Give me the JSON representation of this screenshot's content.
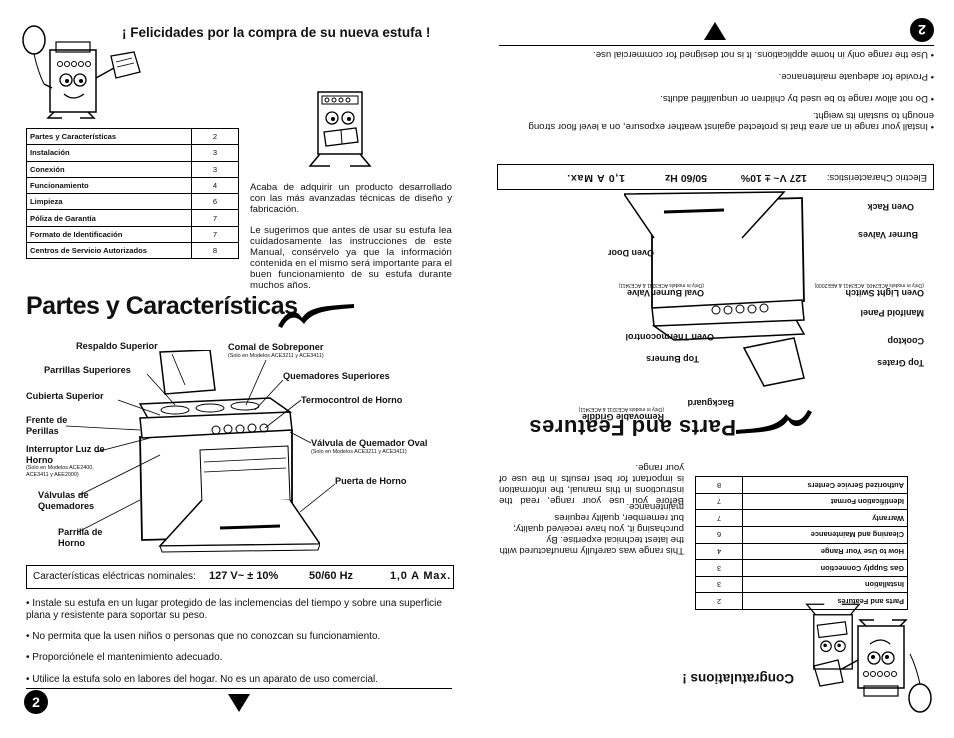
{
  "left": {
    "heading": "¡ Felicidades por la compra de su nueva estufa !",
    "toc": [
      {
        "label": "Partes y Características",
        "page": "2"
      },
      {
        "label": "Instalación",
        "page": "3"
      },
      {
        "label": "Conexión",
        "page": "3"
      },
      {
        "label": "Funcionamiento",
        "page": "4"
      },
      {
        "label": "Limpieza",
        "page": "6"
      },
      {
        "label": "Póliza de Garantía",
        "page": "7"
      },
      {
        "label": "Formato de Identificación",
        "page": "7"
      },
      {
        "label": "Centros de Servicio Autorizados",
        "page": "8"
      }
    ],
    "intro_1": "Acaba de adquirir un producto desarrollado con las más avanzadas técnicas de diseño y fabricación.",
    "intro_2": "Le sugerimos que antes de usar su estufa lea cuidadosamente las instrucciones de este Manual, consérvelo ya que la información contenida en el mismo será importante para el buen funcionamiento de su estufa durante muchos años.",
    "section_title": "Partes y Características",
    "parts": {
      "respaldo": "Respaldo Superior",
      "parrillas_sup": "Parrillas Superiores",
      "cubierta": "Cubierta Superior",
      "frente": "Frente de Perillas",
      "interruptor": "Interruptor Luz de Horno",
      "interruptor_note": "(Solo en Modelos ACE2400, ACE3411 y AEE2000)",
      "valvulas": "Válvulas de Quemadores",
      "parrilla_horno": "Parrilla de Horno",
      "comal": "Comal de Sobreponer",
      "comal_note": "(Solo en Modelos ACE3211 y ACE3411)",
      "quemadores": "Quemadores Superiores",
      "termocontrol": "Termocontrol de Horno",
      "valvula_oval": "Válvula de Quemador Oval",
      "valvula_oval_note": "(Solo en Modelos ACE3211 y ACE3411)",
      "puerta": "Puerta de Horno"
    },
    "elec": {
      "label": "Características eléctricas nominales:",
      "voltage": "127 V~ ± 10%",
      "freq": "50/60 Hz",
      "amps": "1,0 A Max."
    },
    "bullets": [
      "Instale su estufa en un lugar protegido de las inclemencias del tiempo y sobre una superficie plana y resistente para soportar su peso.",
      "No permita que la usen niños o personas que no conozcan su funcionamiento.",
      "Proporciónele el mantenimiento adecuado.",
      "Utilice la estufa solo en labores del hogar. No es un aparato de uso comercial."
    ],
    "page_number": "2"
  },
  "right": {
    "heading": "Congratulations !",
    "toc": [
      {
        "label": "Parts and Features",
        "page": "2"
      },
      {
        "label": "Installation",
        "page": "3"
      },
      {
        "label": "Gas Supply Connection",
        "page": "3"
      },
      {
        "label": "How to Use Your Range",
        "page": "4"
      },
      {
        "label": "Cleaning and Maintenance",
        "page": "6"
      },
      {
        "label": "Warranty",
        "page": "7"
      },
      {
        "label": "Identification Format",
        "page": "7"
      },
      {
        "label": "Authorized Service Centers",
        "page": "8"
      }
    ],
    "intro_1": "This range was carefully manufactured with the latest technical expertise. By purchasing it, you have received quality; but remember, quality requires maintenance.",
    "intro_2": "Before you use your range, read the instructions in this manual, the information is important for best results in the use of your range.",
    "section_title": "Parts and Features",
    "parts": {
      "backguard": "Backguard",
      "griddle": "Removable Griddle",
      "griddle_note": "(Only in models ACE3211 & ACE3411)",
      "top_grates": "Top Grates",
      "top_burners": "Top Burners",
      "cooktop": "Cooktop",
      "oven_thermo": "Oven Thermocontrol",
      "manifold": "Manifold Panel",
      "oval_valve": "Oval Burner Valve",
      "oval_valve_note": "(Only in models ACE3211 & ACE3411)",
      "light_switch": "Oven Light Switch",
      "light_switch_note": "(Only in models ACE2400, ACE3411 & AEE2000)",
      "oven_door": "Oven Door",
      "burner_valves": "Burner Valves",
      "oven_rack": "Oven Rack"
    },
    "elec": {
      "label": "Electric Characteristics:",
      "voltage": "127 V~ ± 10%",
      "freq": "50/60 Hz",
      "amps": "1,0 A Max."
    },
    "bullets": [
      "Install your range in an area that is protected against weather exposure, on a level floor strong enough to sustain its weight.",
      "Do not allow range to be used by children or unqualified adults.",
      "Provide for adequate maintenance.",
      "Use the range only in home applications. It is not designed for commercial use."
    ],
    "page_number": "2"
  }
}
